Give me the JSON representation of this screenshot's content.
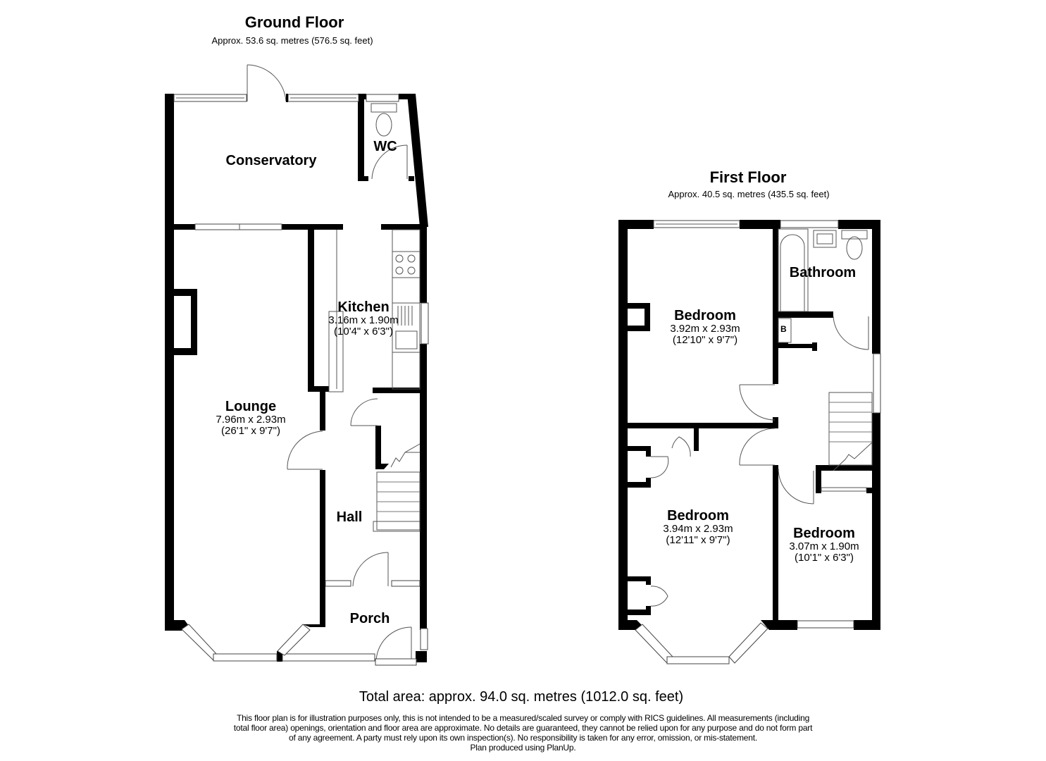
{
  "ground_floor": {
    "title": "Ground Floor",
    "area": "Approx. 53.6 sq. metres (576.5 sq. feet)",
    "rooms": [
      {
        "name": "Conservatory",
        "dim_m": "",
        "dim_ft": ""
      },
      {
        "name": "WC",
        "dim_m": "",
        "dim_ft": ""
      },
      {
        "name": "Kitchen",
        "dim_m": "3.16m x 1.90m",
        "dim_ft": "(10'4\" x 6'3\")"
      },
      {
        "name": "Lounge",
        "dim_m": "7.96m x 2.93m",
        "dim_ft": "(26'1\" x 9'7\")"
      },
      {
        "name": "Hall",
        "dim_m": "",
        "dim_ft": ""
      },
      {
        "name": "Porch",
        "dim_m": "",
        "dim_ft": ""
      }
    ]
  },
  "first_floor": {
    "title": "First Floor",
    "area": "Approx. 40.5 sq. metres (435.5 sq. feet)",
    "rooms": [
      {
        "name": "Bathroom",
        "dim_m": "",
        "dim_ft": ""
      },
      {
        "name": "Bedroom",
        "dim_m": "3.92m x 2.93m",
        "dim_ft": "(12'10\" x 9'7\")"
      },
      {
        "name": "Bedroom",
        "dim_m": "3.94m x 2.93m",
        "dim_ft": "(12'11\" x 9'7\")"
      },
      {
        "name": "Bedroom",
        "dim_m": "3.07m x 1.90m",
        "dim_ft": "(10'1\" x 6'3\")"
      }
    ],
    "boiler_label": "B"
  },
  "footer": {
    "total_area": "Total area: approx. 94.0 sq. metres (1012.0 sq. feet)",
    "disclaimer_1": "This floor plan is for illustration purposes only, this is not intended to be a measured/scaled survey or comply with RICS guidelines. All measurements (including",
    "disclaimer_2": "total floor area) openings, orientation and floor area are approximate. No details are guaranteed, they cannot be relied upon for any purpose and do not form part",
    "disclaimer_3": "of any agreement. A party must rely upon its own inspection(s). No responsibility is taken for any error, omission, or mis-statement.",
    "credit": "Plan produced using PlanUp."
  }
}
